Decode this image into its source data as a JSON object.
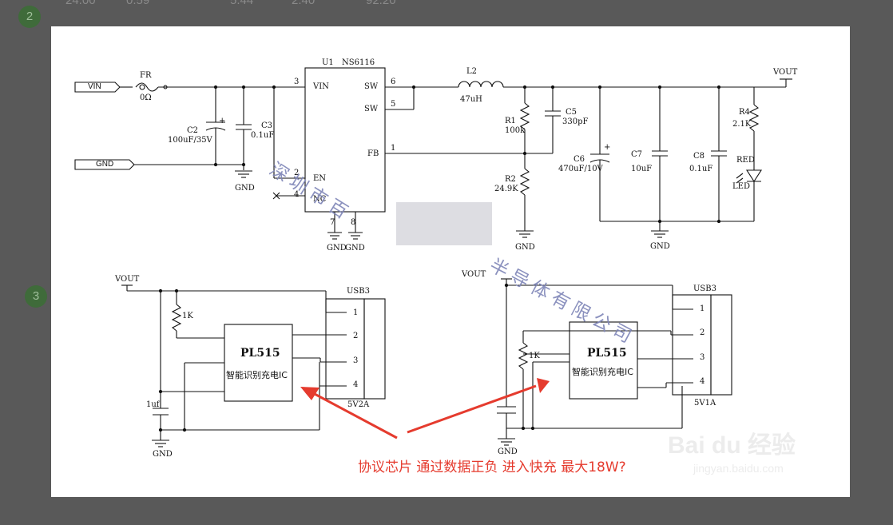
{
  "background": {
    "top_row": [
      "24.00",
      "0.59",
      "5.44",
      "2.40",
      "92.20"
    ],
    "step_badges": [
      "2",
      "3"
    ]
  },
  "schematic": {
    "top": {
      "vin_port": "VIN",
      "gnd_port": "GND",
      "vout_port": "VOUT",
      "fuse": {
        "ref": "FR",
        "value": "0Ω"
      },
      "c2": {
        "ref": "C2",
        "value": "100uF/35V",
        "plus": "+"
      },
      "c3": {
        "ref": "C3",
        "value": "0.1uF"
      },
      "u1": {
        "ref": "U1",
        "part": "NS6116",
        "pins_left": [
          {
            "num": "3",
            "name": "VIN"
          },
          {
            "num": "2",
            "name": "EN"
          },
          {
            "num": "4",
            "name": "NC"
          }
        ],
        "pins_right": [
          {
            "num": "6",
            "name": "SW"
          },
          {
            "num": "5",
            "name": "SW"
          },
          {
            "num": "1",
            "name": "FB"
          }
        ],
        "pins_bottom": [
          {
            "num": "7",
            "name": "GND"
          },
          {
            "num": "8",
            "name": "GND"
          }
        ]
      },
      "l2": {
        "ref": "L2",
        "value": "47uH"
      },
      "r1": {
        "ref": "R1",
        "value": "100k"
      },
      "r2": {
        "ref": "R2",
        "value": "24.9K"
      },
      "c5": {
        "ref": "C5",
        "value": "330pF"
      },
      "c6": {
        "ref": "C6",
        "value": "470uF/10V",
        "plus": "+"
      },
      "c7": {
        "ref": "C7",
        "value": "10uF"
      },
      "c8": {
        "ref": "C8",
        "value": "0.1uF"
      },
      "r4": {
        "ref": "R4",
        "value": "2.1K"
      },
      "led": {
        "color": "RED",
        "label": "LED"
      },
      "gnd_labels": [
        "GND",
        "GND",
        "GND",
        "GND",
        "GND"
      ]
    },
    "left_usb": {
      "vout": "VOUT",
      "resistor": "1K",
      "cap": "1uf",
      "gnd": "GND",
      "ic_name": "PL515",
      "ic_desc": "智能识别充电IC",
      "conn_ref": "USB3",
      "conn_pins": [
        "1",
        "2",
        "3",
        "4"
      ],
      "conn_rating": "5V2A"
    },
    "right_usb": {
      "vout": "VOUT",
      "resistor": "1K",
      "gnd": "GND",
      "ic_name": "PL515",
      "ic_desc": "智能识别充电IC",
      "conn_ref": "USB3",
      "conn_pins": [
        "1",
        "2",
        "3",
        "4"
      ],
      "conn_rating": "5V1A"
    },
    "watermark_left": "深圳市百",
    "watermark_right": "半导体有限公司",
    "annotation": "协议芯片  通过数据正负  进入快充  最大18W?"
  },
  "baidu_watermark": {
    "logo": "Bai du 经验",
    "url": "jingyan.baidu.com"
  },
  "colors": {
    "annotation": "#e53b2e",
    "watermark": "#7f86b8",
    "page_bg": "#595959"
  }
}
